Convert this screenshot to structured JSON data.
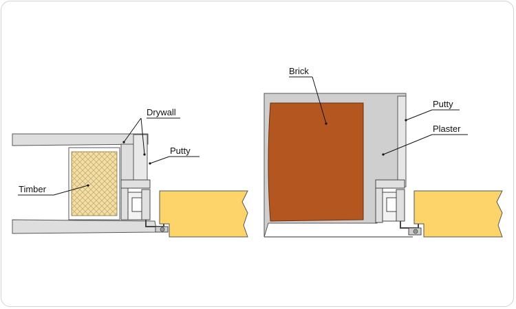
{
  "labels": {
    "drywall": "Drywall",
    "putty_left": "Putty",
    "timber": "Timber",
    "brick": "Brick",
    "putty_right": "Putty",
    "plaster": "Plaster"
  },
  "colors": {
    "drywall": "#dedede",
    "timber": "#f2dfa8",
    "brick": "#b4561f",
    "plaster": "#cfcfcf",
    "sill": "#fcd46a",
    "profile": "#e0e0e0",
    "outline": "#555555"
  }
}
